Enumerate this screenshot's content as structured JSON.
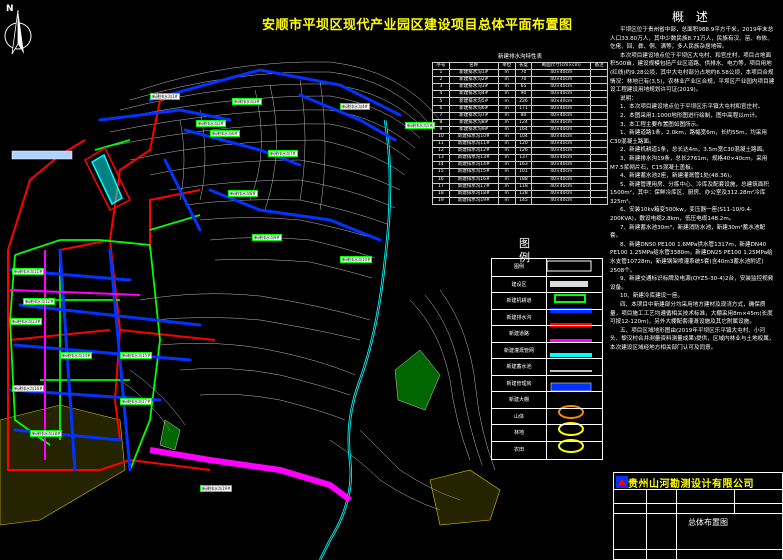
{
  "drawing": {
    "title": "安顺市平坝区现代产业园区建设项目总体平面布置图",
    "north_label": "N"
  },
  "overview": {
    "heading": "概 述",
    "paragraphs": [
      "平坝区位于贵州省中部，总面积988.9平方千米，2019年末总人口33.80万人，其中少数民族8.71万人，民族有汉、苗、布依、仡佬、回、彝、侗、满等，多人民族杂居地带。",
      "本次项目建设地点位于平坝区大屯村、和官庄村，项目占地面积500亩，建设规模包括产业区道路、供排水、电力等，项目用地(红线)约9.28公顷，其中大屯村部分占地约6.58公顷，本项目合规情况：林地已有(3,5)，农林业产业区合规，平坝区产业园内项目建设工程建设用地规划许可证(2019)。",
      "说明：",
      "1、本次项目建设地点位于平坝区乐平镇大屯村和官庄村。",
      "2、本图采用1:1000地形图进行绘制，图中高程以m计。",
      "3、本工程主要布置图如图所示。",
      "1、新建道路1条，2.0km，路幅宽6m，长约55m，均采用C30混凝土路面。",
      "2、新建机耕道1条，总长达4m，3.5m宽C30混凝土路面。",
      "3、新建排水沟19条，总长2761m，规格40×40cm，采用M7.5浆砌片石，C15混凝土盖板。",
      "4、新建蓄水池2座，新建灌溉管1处(48.36)。",
      "5、新建管理用房、分拣中心、冷库及配套设施，总建筑面积1500m²，其中：保鲜冷库区、厨房、办公室及312.28m²冷库325m²。",
      "6、安装10kv箱变500kw，变压器一座(S11-10/0.4-200KVA)，敷设电缆2.8km，低压电缆148.2m。",
      "7、新建蓄水池30m³，新建消防水池，新建30m³蓄水池配套。",
      "8、新建DN50 PE100 1.6MPa供水管1317m，新建DN40 PE100 1.25MPa给水管3380m，新建DN25 PE100 1.25MPa给水支管10728m，新建钢架喷灌系统5套(含40m3蓄水池附近) 2508个。",
      "9、新建交通标识标牌及电源(QYZ5-30-4)2台，安装监控视频设备。",
      "10、新建冷库建设一座。",
      "四、本项目中新建部分均采用地方建材及现浇方式，确保质量，项目施工工艺均遵循相关技术标准，大棚采用8m×45m(长度可按12-120m)，另外大棚配套灌溉设施及其它附属设施。",
      "五、项目区域地形图由(2019年平坝区乐平镇大屯村、小河头、黎汉村合并测量资料测量成果)提供，区域内林业与土地权属，本次建设区域经地方相关部门认可及同意。"
    ]
  },
  "legend": {
    "title": "图例",
    "items": [
      {
        "label": "图例",
        "color": "#ffffff"
      },
      {
        "label": "建设区",
        "color": "#ffffff"
      },
      {
        "label": "新建机耕道",
        "color": "#00ff00"
      },
      {
        "label": "新建排水沟",
        "color": "#0000ff"
      },
      {
        "label": "新建道路",
        "color": "#ff0000"
      },
      {
        "label": "新建灌溉管网",
        "color": "#ff00ff"
      },
      {
        "label": "新建蓄水池",
        "color": "#00ffff"
      },
      {
        "label": "新建管理房",
        "color": "#ffffff"
      },
      {
        "label": "新建大棚",
        "color": "#0000ff"
      },
      {
        "label": "山体",
        "color": "#ffffff"
      },
      {
        "label": "林地",
        "color": "#ffffff"
      },
      {
        "label": "农田",
        "color": "#ffffff"
      }
    ]
  },
  "table": {
    "title": "新建排水沟特性表",
    "headers": [
      "序号",
      "名称",
      "单位",
      "长度",
      "断面尺寸(cm×cm)",
      "备注"
    ],
    "rows": [
      [
        "1",
        "新建排水沟1#",
        "m",
        "70",
        "40×40cm",
        ""
      ],
      [
        "2",
        "新建排水沟2#",
        "m",
        "70",
        "40×40cm",
        ""
      ],
      [
        "3",
        "新建排水沟3#",
        "m",
        "65",
        "40×40cm",
        ""
      ],
      [
        "4",
        "新建排水沟4#",
        "m",
        "90",
        "40×40cm",
        ""
      ],
      [
        "5",
        "新建排水沟5#",
        "m",
        "226",
        "40×40cm",
        ""
      ],
      [
        "6",
        "新建排水沟6#",
        "m",
        "171",
        "40×40cm",
        ""
      ],
      [
        "7",
        "新建排水沟7#",
        "m",
        "80",
        "40×40cm",
        ""
      ],
      [
        "8",
        "新建排水沟8#",
        "m",
        "124",
        "40×40cm",
        ""
      ],
      [
        "9",
        "新建排水沟9#",
        "m",
        "164",
        "40×40cm",
        ""
      ],
      [
        "10",
        "新建排水沟10#",
        "m",
        "104",
        "40×40cm",
        ""
      ],
      [
        "11",
        "新建排水沟11#",
        "m",
        "120",
        "40×40cm",
        ""
      ],
      [
        "12",
        "新建排水沟12#",
        "m",
        "126",
        "40×40cm",
        ""
      ],
      [
        "13",
        "新建排水沟13#",
        "m",
        "137",
        "40×40cm",
        ""
      ],
      [
        "14",
        "新建排水沟14#",
        "m",
        "163",
        "40×40cm",
        ""
      ],
      [
        "15",
        "新建排水沟15#",
        "m",
        "101",
        "40×40cm",
        ""
      ],
      [
        "16",
        "新建排水沟16#",
        "m",
        "188",
        "40×40cm",
        ""
      ],
      [
        "17",
        "新建排水沟17#",
        "m",
        "118",
        "40×40cm",
        ""
      ],
      [
        "18",
        "新建排水沟18#",
        "m",
        "128",
        "40×40cm",
        ""
      ],
      [
        "19",
        "新建排水沟19#",
        "m",
        "145",
        "40×40cm",
        ""
      ]
    ]
  },
  "title_block": {
    "company": "贵州山河勘测设计有限公司",
    "drawing_name": "总体布置图"
  },
  "map_labels": [
    "新建排水沟1#",
    "新建排水沟2#",
    "新建排水沟3#",
    "新建排水沟4#",
    "新建排水沟5#",
    "新建排水沟6#",
    "新建排水沟7#",
    "新建排水沟8#",
    "新建排水沟9#",
    "新建排水沟10#",
    "新建排水沟11#",
    "新建排水沟12#",
    "新建排水沟13#",
    "新建排水沟14#",
    "新建排水沟15#",
    "新建排水沟16#",
    "新建排水沟17#",
    "新建排水沟18#",
    "新建排水沟19#"
  ],
  "colors": {
    "background": "#000000",
    "title": "#ffff00",
    "drain": "#0000ff",
    "road": "#ff0000",
    "farm_road": "#00ff00",
    "pipe": "#ff00ff",
    "river": "#00ffff",
    "contour": "#c8c8c8"
  }
}
